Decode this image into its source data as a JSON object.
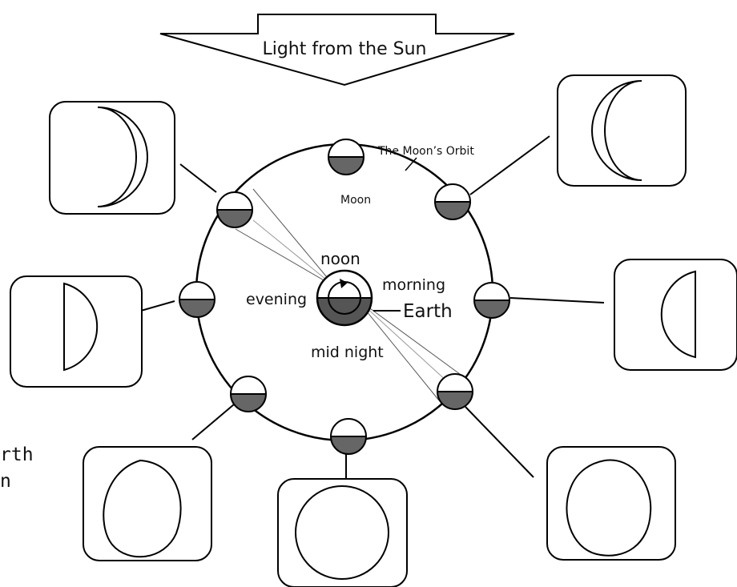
{
  "sun_label": "Light from the Sun",
  "orbit_label": "The Moon’s Orbit",
  "moon_label": "Moon",
  "earth_label": "Earth",
  "times": {
    "noon": "noon",
    "evening": "evening",
    "morning": "morning",
    "midnight": "mid night"
  },
  "cut_off_text": {
    "line1": "rth",
    "line2": "n"
  },
  "colors": {
    "stroke": "#000000",
    "shadow": "#666666",
    "earth_dark": "#555555",
    "background": "#ffffff"
  },
  "phase_views": [
    "waxing-crescent",
    "first-quarter",
    "waxing-gibbous",
    "full",
    "waning-gibbous",
    "last-quarter",
    "waning-crescent"
  ]
}
